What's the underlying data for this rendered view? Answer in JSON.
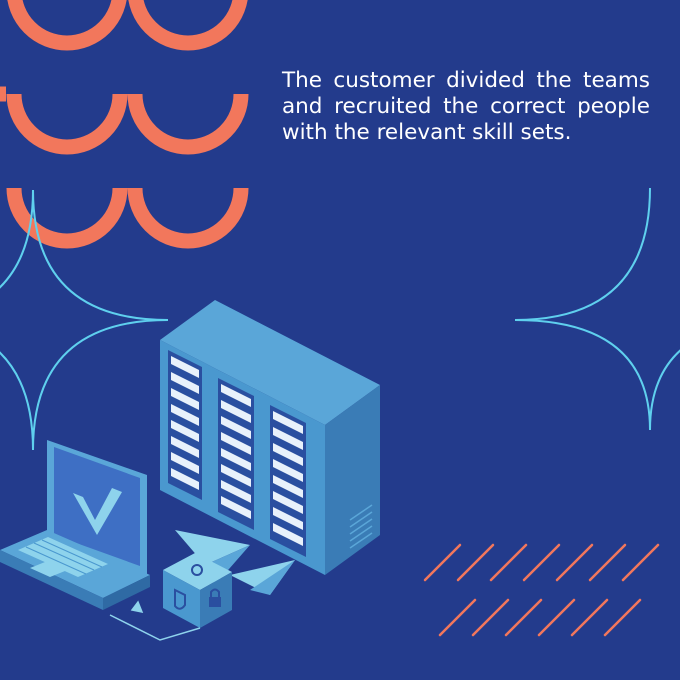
{
  "slide": {
    "caption": "The customer divided the teams and recruited the correct people with the relevant skill sets.",
    "colors": {
      "background": "#233b8c",
      "arch_orange": "#f2775c",
      "star_outline": "#5fd0ee",
      "server_face": "#4a98cf",
      "server_side": "#3f86bf",
      "server_top": "#5aa6d8",
      "laptop_screen": "#3e6fc4",
      "stripe_orange": "#f2775c"
    },
    "decorations": [
      "orange-arch-motif",
      "cyan-star-outline",
      "orange-stripe-pattern"
    ],
    "illustration": [
      "server-rack-illustration",
      "laptop-checkmark-illustration",
      "security-cube-icon",
      "paper-plane-icon"
    ]
  }
}
